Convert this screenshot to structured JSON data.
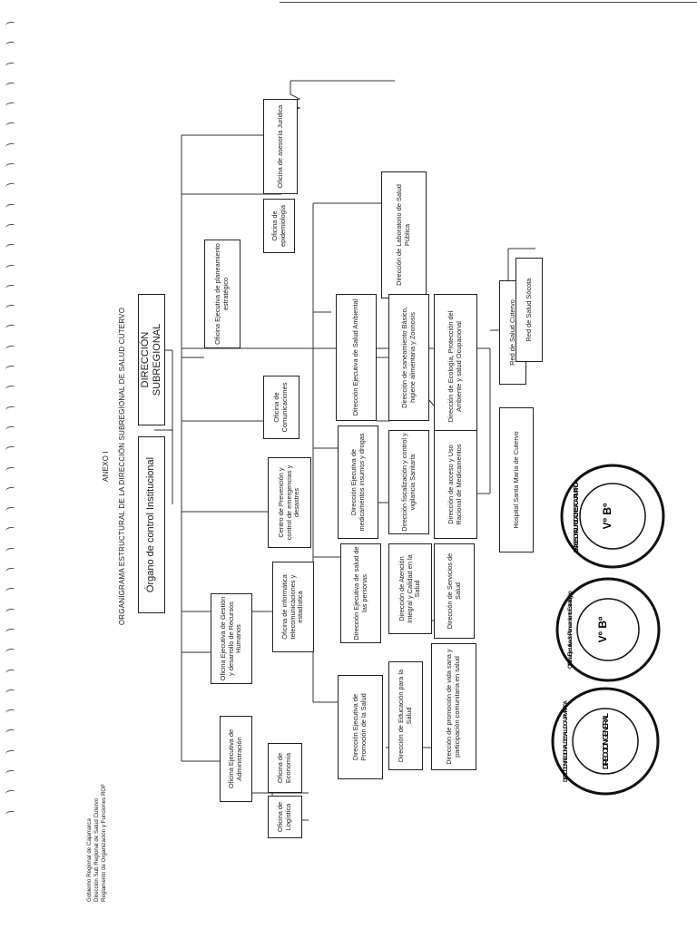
{
  "header": {
    "annex": "ANEXO I",
    "title": "ORGANIGRAMA ESTRUCTURAL DE LA DIRECCIÓN SUBREGIONAL DE SALUD CUTERVO"
  },
  "institution": {
    "line1": "Gobierno Regional de Cajamarca",
    "line2": "Dirección Sub Regional de Salud Cutervo",
    "line3": "Reglamento de Organización y Funciones ROF"
  },
  "nodes": {
    "direccion_subregional": "DIRECCIÓN SUBREGIONAL",
    "organo_control": "Órgano de control Institucional",
    "asesoria_juridica": "Oficina de asesoría Jurídica",
    "epidemiologia": "Oficina de epidemiología",
    "planeamiento": "Oficina Ejecutiva de planeamiento estratégico",
    "comunicaciones": "Oficina de Comunicaciones",
    "centro_prevencion": "Centro de Prevención y control de emergencias y desastres",
    "informatica": "Oficina de informática telecomunicaciones y estadística",
    "gestion_rrhh": "Oficina Ejecutiva de Gestión y desarrollo de Recursos Humanos",
    "administracion": "Oficina Ejecutiva de Administración",
    "economia": "Oficina de Economía",
    "logistica": "Oficina de Logística",
    "laboratorio": "Dirección de Laboratorio de Salud Pública",
    "salud_ambiental": "Dirección Ejecutiva de Salud Ambiental",
    "saneamiento": "Dirección de saneamiento Básico, higiene alimentaria y Zoonosis",
    "ecologia": "Dirección de Ecología, Protección del Ambiente y salud Ocupacional",
    "medicamentos": "Dirección Ejecutiva de medicamentos insumos y drogas",
    "fiscalizacion": "Dirección fiscalización y control y vigilancia Sanitaria",
    "acceso_medicamentos": "Dirección de acceso y Uso Racional de Medicamentos",
    "salud_personas": "Dirección Ejecutiva de salud de las personas",
    "atencion_integral": "Dirección de Atención Integral y Calidad en la Salud",
    "servicios_salud": "Dirección de Servicios de Salud",
    "promocion": "Dirección Ejecutiva de Promoción de la Salud",
    "educacion": "Dirección de Educación para la Salud",
    "vida_sana": "Dirección de promoción de vida sana y participación comunitaria en salud",
    "hospital": "Hospital Santa María de Cutervo",
    "red_cutervo": "Red de Salud Cutervo",
    "red_socota": "Red de Salud Sócota"
  },
  "stamps": {
    "stamp1_ring": "DIR. ASESORIA JURIDICA · DIRESA CAJAMARCA",
    "stamp1_center": "Vº Bº",
    "stamp2_ring": "Oficina Ejecutiva de Planeamiento Estratégico",
    "stamp2_center": "Vº Bº",
    "stamp3_ring": "DIRECCION REGIONAL DE SALUD CAJAMARCA",
    "stamp3_center": "DIRECCION GENERAL"
  }
}
